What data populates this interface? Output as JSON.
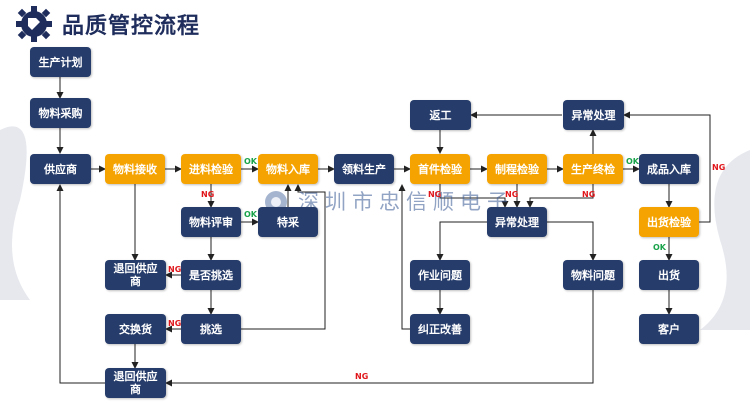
{
  "title": "品质管控流程",
  "watermark": "深圳市忠信顺电子",
  "colors": {
    "navy": "#263c6b",
    "orange": "#f5a300",
    "ng": "#e0161b",
    "ok": "#1aa34a",
    "title": "#1f2d5c"
  },
  "nodes": {
    "plan": "生产计划",
    "purchase": "物料采购",
    "supplier": "供应商",
    "receive": "物料接收",
    "iqc": "进料检验",
    "store": "物料入库",
    "issue": "领料生产",
    "first": "首件检验",
    "process": "制程检验",
    "final": "生产终检",
    "fg_store": "成品入库",
    "rework": "返工",
    "abnormal_top": "异常处理",
    "review": "物料评审",
    "special": "特采",
    "abnormal_mid": "异常处理",
    "return1": "退回供应商",
    "sort_q": "是否挑选",
    "exchange": "交换货",
    "sort": "挑选",
    "return2": "退回供应商",
    "work_issue": "作业问题",
    "corrective": "纠正改善",
    "material_issue": "物料问题",
    "oqc": "出货检验",
    "ship": "出货",
    "customer": "客户"
  },
  "labels": {
    "ng": "NG",
    "ok": "OK"
  }
}
